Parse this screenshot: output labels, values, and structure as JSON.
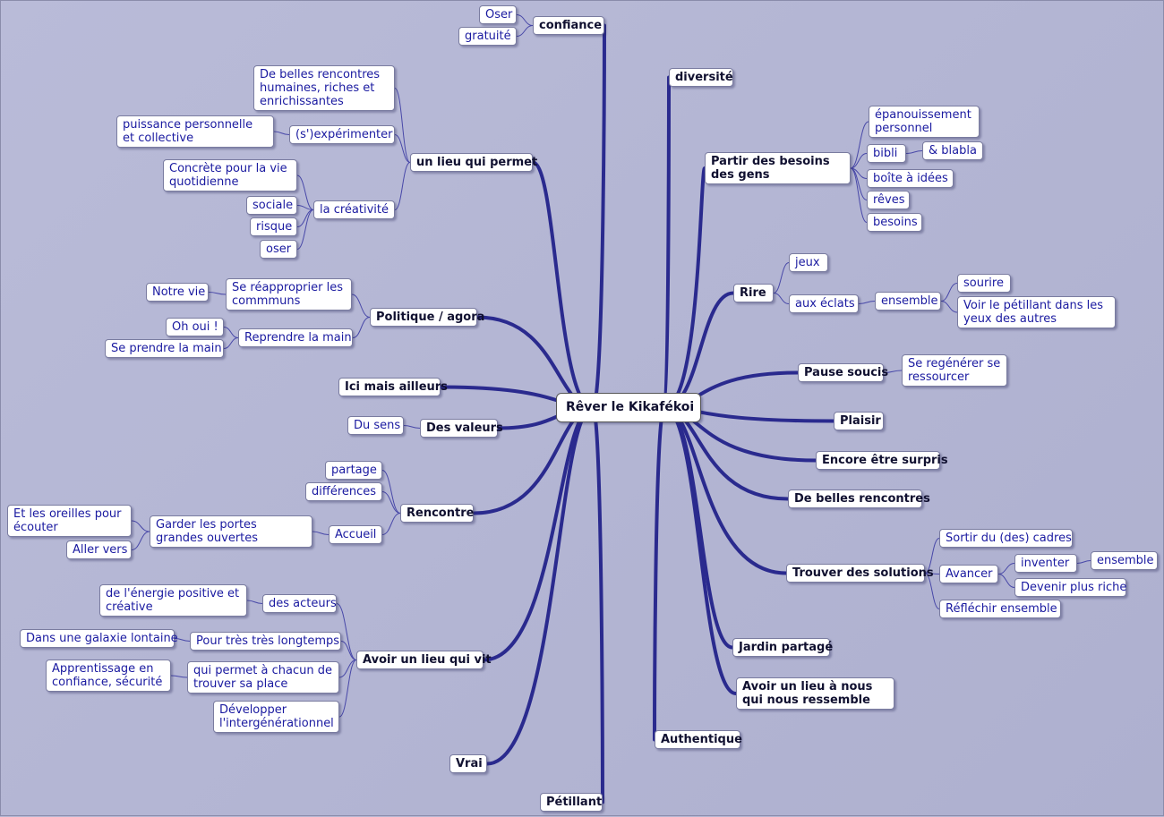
{
  "map": {
    "center": "Rêver le Kikafékoi",
    "confiance": "confiance",
    "oser1": "Oser",
    "gratuite": "gratuité",
    "diversite": "diversité",
    "partir": "Partir des besoins des gens",
    "epanouissement": "épanouissement personnel",
    "bibli": "bibli",
    "blabla": "& blabla",
    "boite": "boîte à idées",
    "reves": "rêves",
    "besoins": "besoins",
    "rire": "Rire",
    "jeux": "jeux",
    "eclats": "aux éclats",
    "ensemble1": "ensemble",
    "sourire": "sourire",
    "petillant_yeux": "Voir le pétillant dans les yeux des autres",
    "pause": "Pause soucis",
    "regenerer": "Se regénérer se ressourcer",
    "plaisir": "Plaisir",
    "surpris": "Encore être surpris",
    "belles_rencontres": "De belles rencontres",
    "trouver": "Trouver des solutions",
    "sortir": "Sortir du (des) cadres",
    "avancer": "Avancer",
    "inventer": "inventer",
    "ensemble2": "ensemble",
    "riche": "Devenir plus riche",
    "reflechir": "Réfléchir ensemble",
    "jardin": "Jardin partagé",
    "ressemble": "Avoir un lieu à nous qui nous ressemble",
    "authentique": "Authentique",
    "petillant": "Pétillant",
    "vrai": "Vrai",
    "lieu_vit": "Avoir un lieu qui vit",
    "acteurs": "des acteurs",
    "energie": "de l'énergie positive et créative",
    "longtemps": "Pour très très longtemps",
    "galaxie": "Dans une galaxie lontaine",
    "chacun": "qui permet à chacun de trouver sa place",
    "apprentissage": "Apprentissage en confiance, sécurité",
    "intergen": "Développer l'intergénérationnel",
    "rencontre": "Rencontre",
    "partage": "partage",
    "differences": "différences",
    "accueil": "Accueil",
    "portes": "Garder les portes grandes ouvertes",
    "oreilles": "Et les oreilles pour écouter",
    "aller": "Aller vers",
    "valeurs": "Des valeurs",
    "sens": "Du sens",
    "ailleurs": "Ici mais ailleurs",
    "politique": "Politique / agora",
    "reapproprier": "Se réapproprier les commmuns",
    "notre_vie": "Notre vie",
    "reprendre": "Reprendre la main",
    "oh_oui": "Oh oui !",
    "prendre_main": "Se prendre la main",
    "lieu_permet": "un lieu qui permet",
    "rencontres_humaines": "De belles rencontres humaines, riches et enrichissantes",
    "experimenter": "(s')expérimenter",
    "puissance": "puissance personnelle et collective",
    "creativite": "la créativité",
    "concrete": "Concrète pour la vie quotidienne",
    "sociale": "sociale",
    "risque": "risque",
    "oser2": "oser"
  },
  "colors": {
    "branch": "#2a2a8e",
    "sub_link": "#4848a8",
    "node_text": "#1a1aa0",
    "main_text": "#101030"
  }
}
